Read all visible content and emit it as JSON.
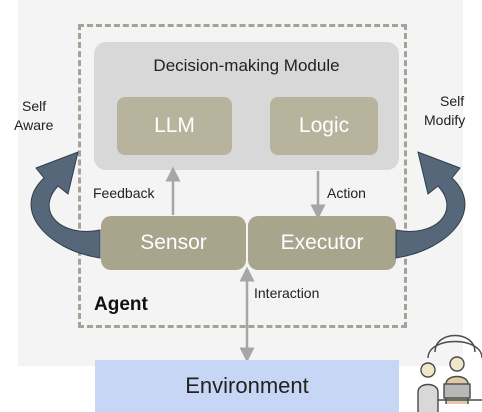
{
  "decision_module": {
    "title": "Decision-making Module",
    "llm": "LLM",
    "logic": "Logic"
  },
  "sensor": "Sensor",
  "executor": "Executor",
  "feedback": "Feedback",
  "action": "Action",
  "interaction": "Interaction",
  "agent": "Agent",
  "environment": "Environment",
  "self_aware": [
    "Self",
    "Aware"
  ],
  "self_modify": [
    "Self",
    "Modify"
  ],
  "colors": {
    "panel": "#f4f4f4",
    "decision": "#d8d8d8",
    "module": "#b7b39c",
    "unit": "#a9a58d",
    "environment": "#c6d6f4",
    "dashed_border": "#a8a296",
    "arrow": "#56677a"
  }
}
